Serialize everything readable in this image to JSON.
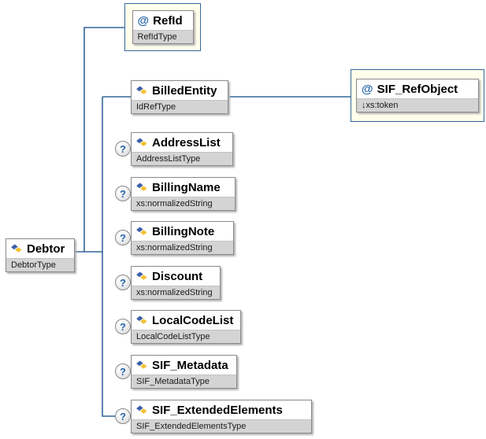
{
  "colors": {
    "connector": "#336699",
    "attribute_container_bg": "#ffffec",
    "attribute_container_border": "#336699",
    "node_border": "#8a8a8a",
    "type_band_bg": "#d4d4d4",
    "element_icon_blue": "#3b5fa8",
    "element_icon_gold": "#f2c235",
    "occurs_badge_text": "#2563a8"
  },
  "icons": {
    "element_icon": "blue-gold-diamond",
    "attribute_icon": "@",
    "optional_badge": "?"
  },
  "root": {
    "name": "Debtor",
    "type": "DebtorType"
  },
  "attributes": [
    {
      "marker": "@",
      "name": "RefId",
      "type": "RefIdType"
    }
  ],
  "children": [
    {
      "name": "BilledEntity",
      "type": "IdRefType"
    },
    {
      "name": "AddressList",
      "type": "AddressListType",
      "occurs": "?"
    },
    {
      "name": "BillingName",
      "type": "xs:normalizedString",
      "occurs": "?"
    },
    {
      "name": "BillingNote",
      "type": "xs:normalizedString",
      "occurs": "?"
    },
    {
      "name": "Discount",
      "type": "xs:normalizedString",
      "occurs": "?"
    },
    {
      "name": "LocalCodeList",
      "type": "LocalCodeListType",
      "occurs": "?"
    },
    {
      "name": "SIF_Metadata",
      "type": "SIF_MetadataType",
      "occurs": "?"
    },
    {
      "name": "SIF_ExtendedElements",
      "type": "SIF_ExtendedElementsType",
      "occurs": "?"
    }
  ],
  "referenced": [
    {
      "marker": "@",
      "name": "SIF_RefObject",
      "type": "↓xs:token"
    }
  ]
}
